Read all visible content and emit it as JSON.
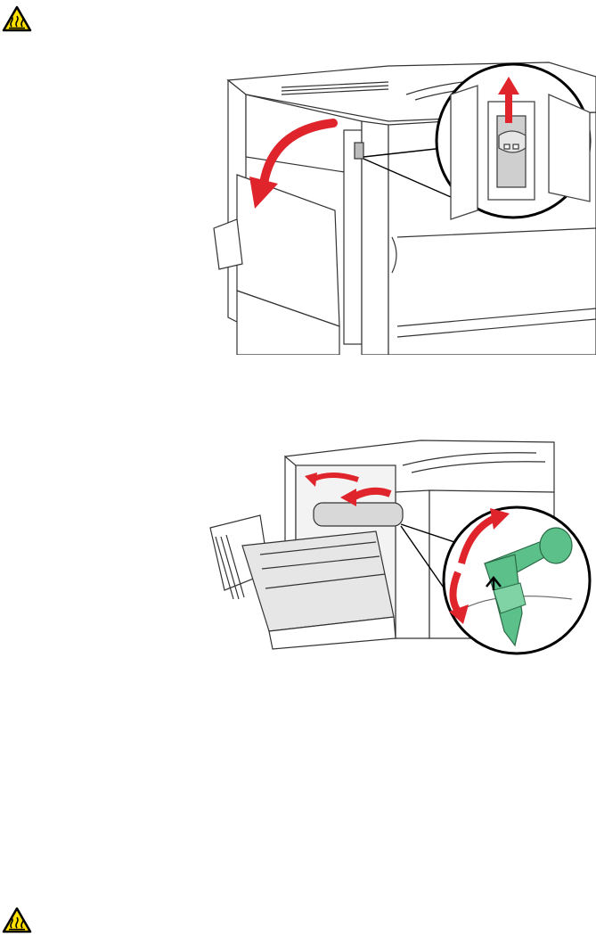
{
  "page": {
    "warnings": [
      {
        "icon": "hot-surface-warning-icon"
      },
      {
        "icon": "hot-surface-warning-icon"
      }
    ],
    "figures": [
      {
        "icon": "printer-open-door-illustration",
        "callout": "door-latch-release-detail"
      },
      {
        "icon": "printer-fuser-lever-illustration",
        "callout": "green-fuser-lever-detail"
      }
    ],
    "colors": {
      "arrow_red": "#e0242b",
      "lever_green": "#5cc08a",
      "warning_yellow": "#ffe000"
    }
  }
}
